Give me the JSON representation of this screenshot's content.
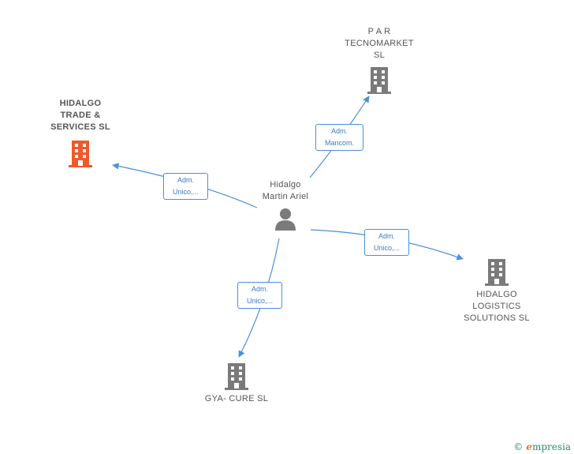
{
  "center": {
    "name_line1": "Hidalgo",
    "name_line2": "Martin Ariel",
    "icon": "person-icon"
  },
  "companies": [
    {
      "id": "par",
      "label": "P A R\nTECNOMARKET\nSL",
      "icon": "building-icon",
      "color": "#7a7a7a",
      "relation": "Adm.\nMancom."
    },
    {
      "id": "hts",
      "label": "HIDALGO\nTRADE &\nSERVICES  SL",
      "icon": "building-icon",
      "color": "#f05a28",
      "relation": "Adm.\nUnico,..."
    },
    {
      "id": "hls",
      "label": "HIDALGO\nLOGISTICS\nSOLUTIONS  SL",
      "icon": "building-icon",
      "color": "#7a7a7a",
      "relation": "Adm.\nUnico,..."
    },
    {
      "id": "gya",
      "label": "GYA- CURE  SL",
      "icon": "building-icon",
      "color": "#7a7a7a",
      "relation": "Adm.\nUnico,..."
    }
  ],
  "colors": {
    "edge": "#4a90d9",
    "highlight": "#f05a28",
    "node": "#7a7a7a"
  },
  "brand": {
    "copyright": "©",
    "e": "e",
    "rest": "mpresia"
  }
}
